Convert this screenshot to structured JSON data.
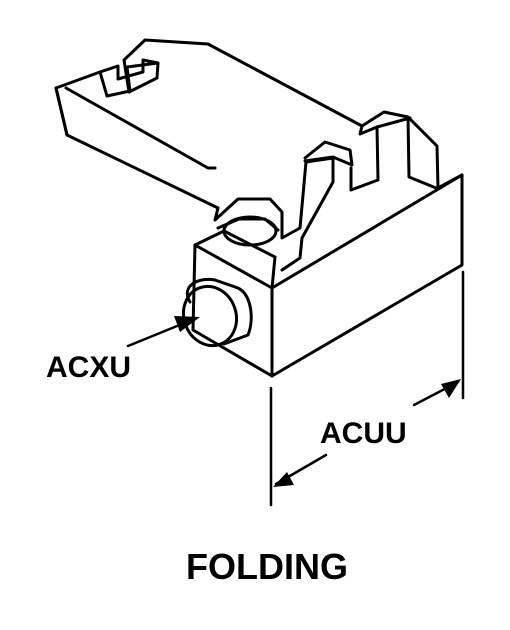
{
  "diagram": {
    "title": "FOLDING",
    "callouts": {
      "pin": "ACXU",
      "width": "ACUU"
    },
    "colors": {
      "line": "#000000",
      "background": "#ffffff"
    }
  }
}
